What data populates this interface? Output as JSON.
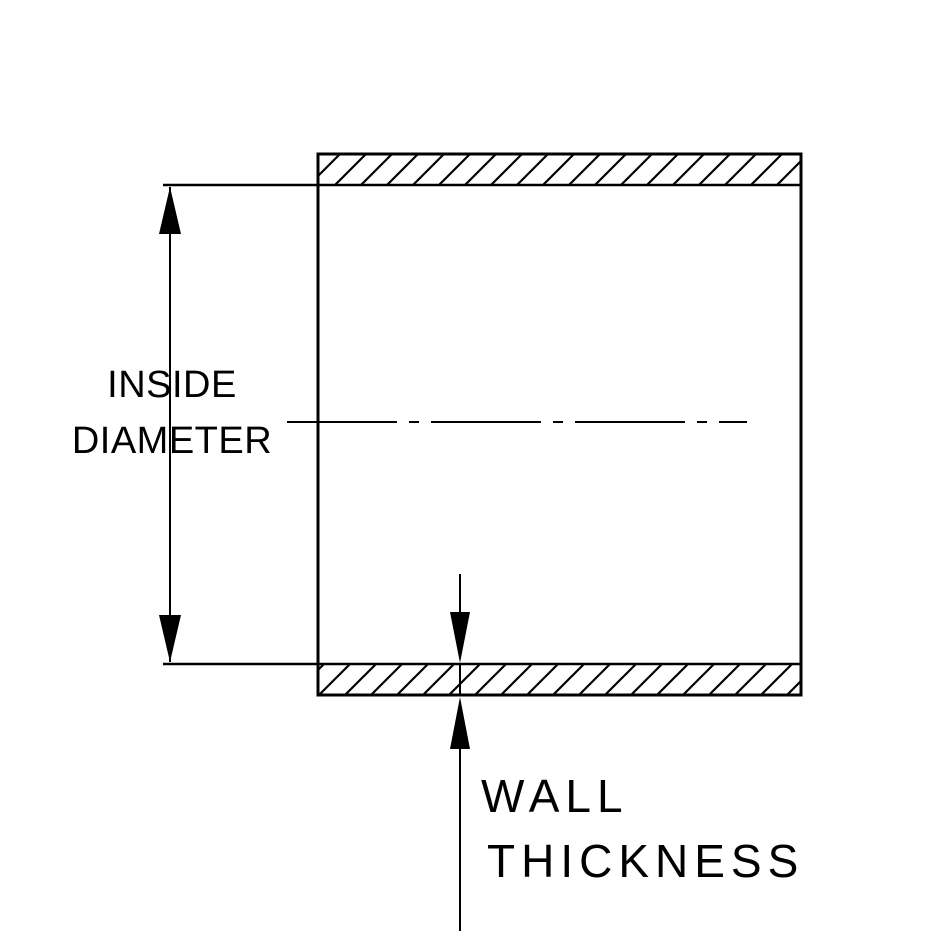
{
  "diagram": {
    "kind": "hose-tube-cross-section",
    "labels": {
      "inside_diameter_line1": "INSIDE",
      "inside_diameter_line2": "DIAMETER",
      "wall_thickness_line1": "WALL",
      "wall_thickness_line2": "THICKNESS"
    },
    "colors": {
      "line": "#000000",
      "background": "#ffffff"
    }
  }
}
